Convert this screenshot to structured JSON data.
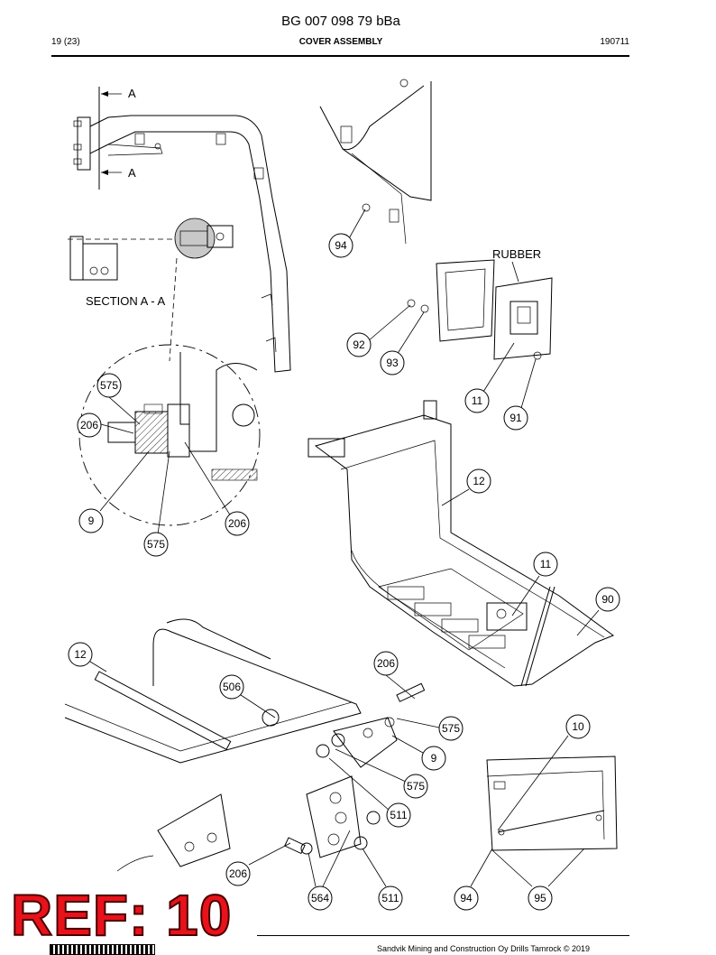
{
  "header": {
    "doc_number": "BG 007 098 79 bBa",
    "page_count": "19 (23)",
    "title": "COVER ASSEMBLY",
    "date": "190711"
  },
  "labels": {
    "section_marker_top": "A",
    "section_marker_bottom": "A",
    "section": "SECTION A - A",
    "rubber": "RUBBER"
  },
  "callouts": [
    {
      "id": "c94a",
      "text": "94"
    },
    {
      "id": "c92",
      "text": "92"
    },
    {
      "id": "c93",
      "text": "93"
    },
    {
      "id": "c11a",
      "text": "11"
    },
    {
      "id": "c91",
      "text": "91"
    },
    {
      "id": "c575a",
      "text": "575"
    },
    {
      "id": "c206a",
      "text": "206"
    },
    {
      "id": "c9a",
      "text": "9"
    },
    {
      "id": "c575b",
      "text": "575"
    },
    {
      "id": "c206b",
      "text": "206"
    },
    {
      "id": "c12a",
      "text": "12"
    },
    {
      "id": "c11b",
      "text": "11"
    },
    {
      "id": "c90",
      "text": "90"
    },
    {
      "id": "c12b",
      "text": "12"
    },
    {
      "id": "c206c",
      "text": "206"
    },
    {
      "id": "c506",
      "text": "506"
    },
    {
      "id": "c575c",
      "text": "575"
    },
    {
      "id": "c10",
      "text": "10"
    },
    {
      "id": "c9b",
      "text": "9"
    },
    {
      "id": "c575d",
      "text": "575"
    },
    {
      "id": "c511a",
      "text": "511"
    },
    {
      "id": "c206d",
      "text": "206"
    },
    {
      "id": "c564",
      "text": "564"
    },
    {
      "id": "c511b",
      "text": "511"
    },
    {
      "id": "c94b",
      "text": "94"
    },
    {
      "id": "c95",
      "text": "95"
    }
  ],
  "ref": "REF: 10",
  "footer": "Sandvik Mining and Construction Oy Drills Tamrock © 2019"
}
